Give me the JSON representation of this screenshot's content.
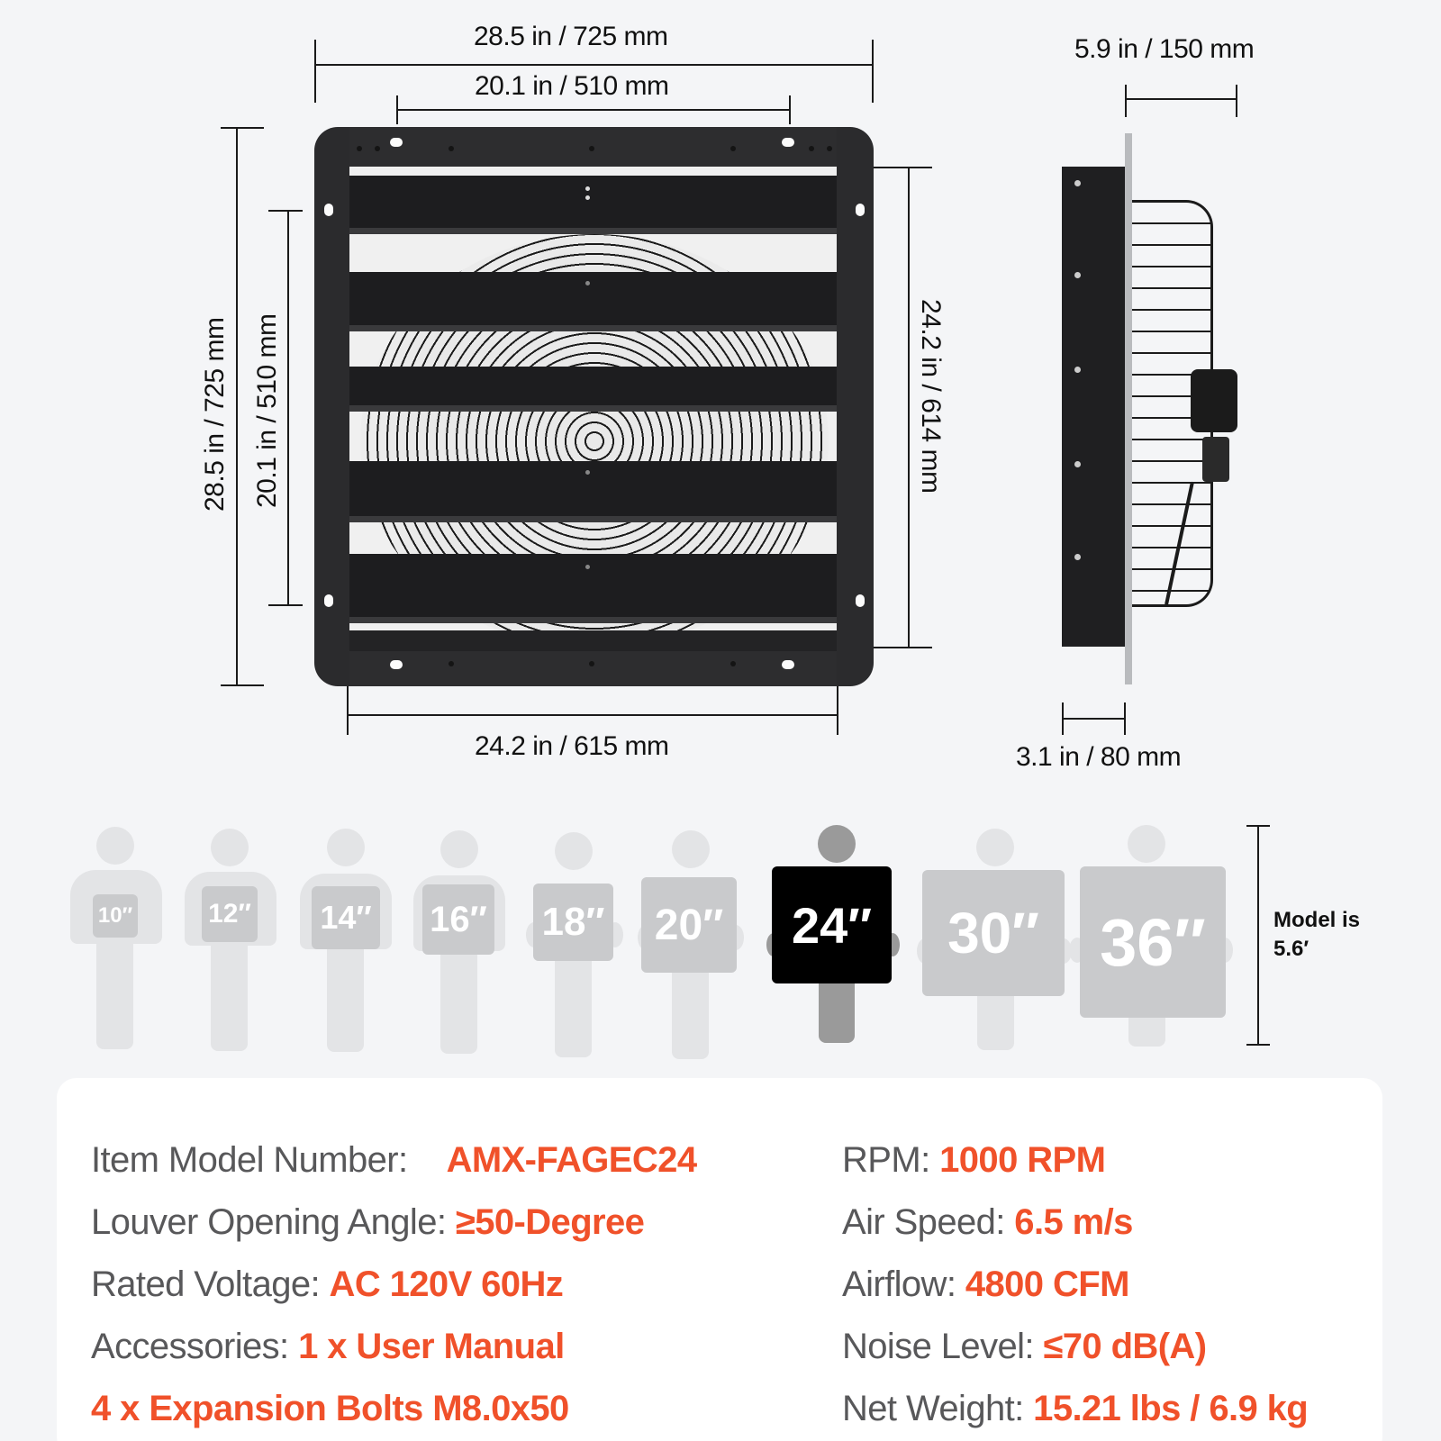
{
  "dimensions": {
    "front_outer_width": "28.5 in / 725 mm",
    "front_inner_width": "20.1  in / 510 mm",
    "front_outer_height": "28.5 in / 725 mm",
    "front_inner_height": "20.1 in / 510 mm",
    "front_opening_height": "24.2 in / 614 mm",
    "front_opening_width": "24.2 in / 615 mm",
    "side_total_depth": "5.9 in / 150 mm",
    "side_box_depth": "3.1 in / 80 mm"
  },
  "size_comparison": {
    "figures": [
      {
        "label": "10″",
        "highlighted": false
      },
      {
        "label": "12″",
        "highlighted": false
      },
      {
        "label": "14″",
        "highlighted": false
      },
      {
        "label": "16″",
        "highlighted": false
      },
      {
        "label": "18″",
        "highlighted": false
      },
      {
        "label": "20″",
        "highlighted": false
      },
      {
        "label": "24″",
        "highlighted": true
      },
      {
        "label": "30″",
        "highlighted": false
      },
      {
        "label": "36″",
        "highlighted": false
      }
    ],
    "model_note_line1": "Model is",
    "model_note_line2": "5.6′"
  },
  "specs": {
    "left": [
      {
        "label": "Item Model Number:",
        "value": "AMX-FAGEC24"
      },
      {
        "label": "Louver Opening Angle:",
        "value": "≥50-Degree"
      },
      {
        "label": "Rated Voltage:",
        "value": "AC 120V 60Hz"
      },
      {
        "label": "Accessories:",
        "value": "1 x User Manual"
      },
      {
        "label": "",
        "value": "4 x Expansion Bolts M8.0x50"
      }
    ],
    "right": [
      {
        "label": "RPM:",
        "value": "1000 RPM"
      },
      {
        "label": "Air Speed:",
        "value": "6.5 m/s"
      },
      {
        "label": "Airflow:",
        "value": "4800 CFM"
      },
      {
        "label": "Noise Level:",
        "value": "≤70 dB(A)"
      },
      {
        "label": "Net Weight:",
        "value": "15.21 lbs / 6.9 kg"
      }
    ]
  },
  "colors": {
    "background": "#f4f5f7",
    "card": "#ffffff",
    "accent": "#f0512a",
    "label_gray": "#58585a",
    "highlight_board": "#000000",
    "inactive_board": "#c9cacc",
    "inactive_figure": "#e3e4e6",
    "active_figure": "#9a9a9a"
  }
}
